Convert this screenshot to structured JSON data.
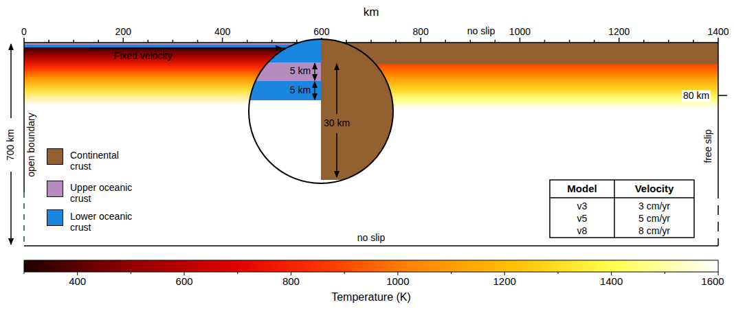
{
  "diagram": {
    "labels": [
      "km",
      "0",
      "200",
      "400",
      "600",
      "800",
      "1000",
      "1200",
      "1400",
      "no slip",
      "Fixed velocity",
      "5 km",
      "5 km",
      "30 km",
      "80 km",
      "700 km",
      "open boundary",
      "free slip",
      "no slip",
      "Model",
      "Velocity",
      "v3",
      "3 cm/yr",
      "v5",
      "5 cm/yr",
      "v8",
      "8 cm/yr",
      "400",
      "600",
      "800",
      "1000",
      "1200",
      "1400",
      "1600",
      "Temperature (K)"
    ],
    "legend": [
      {
        "text": "Continental crust",
        "color": "#93602f"
      },
      {
        "text": "Upper oceanic crust",
        "color": "#b68cc0"
      },
      {
        "text": "Lower oceanic crust",
        "color": "#1a86e0"
      }
    ]
  }
}
